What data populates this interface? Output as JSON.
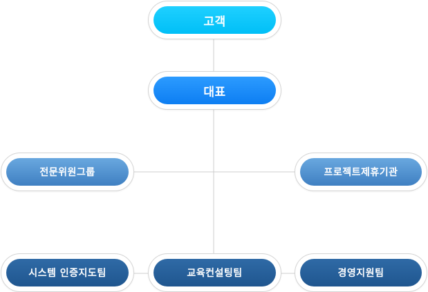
{
  "nodes": {
    "customer": "고객",
    "ceo": "대표",
    "advisory_group": "전문위원그룹",
    "project_partner": "프로젝트제휴기관",
    "system_cert_team": "시스템 인증지도팀",
    "edu_consulting_team": "교육컨설팅팀",
    "management_support_team": "경영지원팀"
  },
  "colors": {
    "level1": "#00c3f9",
    "level2": "#1685f5",
    "level3": "#4f8dcd",
    "level4": "#235c95",
    "connector": "#cccccc"
  }
}
